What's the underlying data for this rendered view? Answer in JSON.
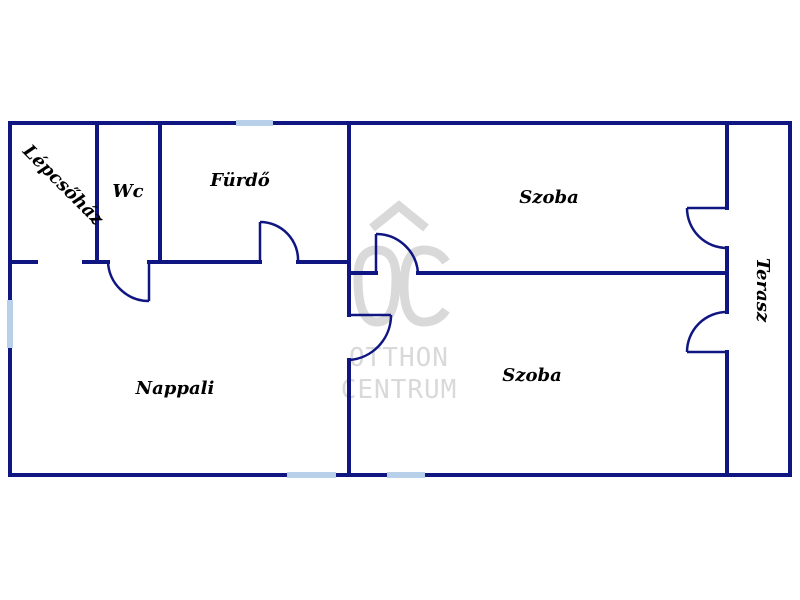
{
  "rooms": {
    "stairwell": "Lépcsőház",
    "wc": "Wc",
    "bathroom": "Fürdő",
    "room_top": "Szoba",
    "room_bottom": "Szoba",
    "living_room": "Nappali",
    "terrace": "Terasz"
  },
  "watermark": {
    "line1": "OTTHON",
    "line2": "CENTRUM"
  },
  "colors": {
    "wall": "#0f1682",
    "window": "#b8d0ea",
    "watermark": "#d9d9d9"
  }
}
